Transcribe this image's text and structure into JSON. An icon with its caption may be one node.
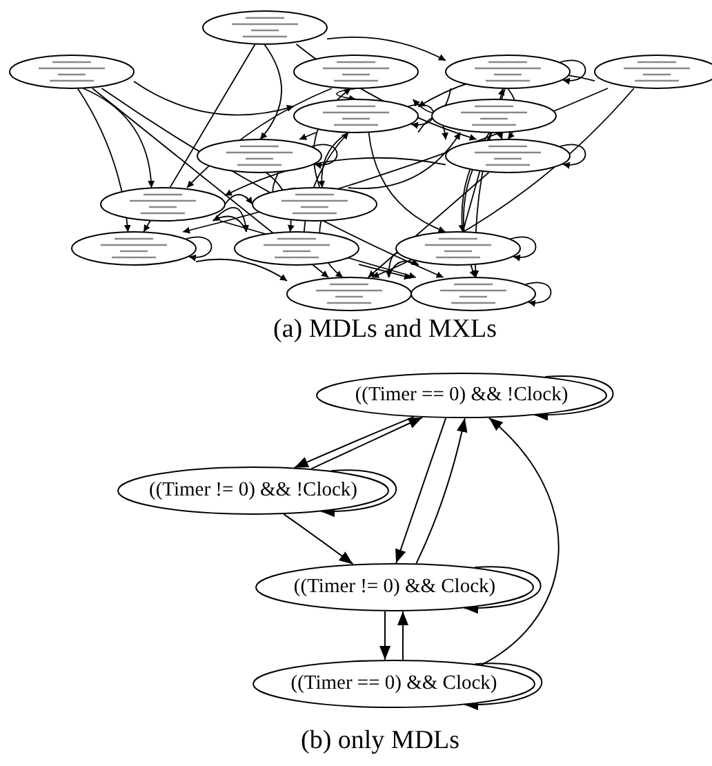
{
  "diagram": {
    "nodes": [
      {
        "text": [
          "((Timer == 0) && !Clock)"
        ]
      },
      {
        "text": [
          "((Timer != 0) && !Clock)"
        ]
      },
      {
        "text": [
          "((Timer != 0) && Clock)"
        ]
      },
      {
        "text": [
          "((Timer == 0) && Clock)"
        ]
      }
    ],
    "edges": [
      {
        "from": 0,
        "to": 0,
        "arrow": "to"
      },
      {
        "from": 0,
        "to": 1,
        "arrow": "to"
      },
      {
        "from": 1,
        "to": 0,
        "arrow": "to"
      },
      {
        "from": 1,
        "to": 1,
        "arrow": "to"
      },
      {
        "from": 1,
        "to": 2,
        "arrow": "to"
      },
      {
        "from": 0,
        "to": 2,
        "arrow": "to"
      },
      {
        "from": 2,
        "to": 0,
        "arrow": "to"
      },
      {
        "from": 2,
        "to": 2,
        "arrow": "to"
      },
      {
        "from": 2,
        "to": 3,
        "arrow": "to"
      },
      {
        "from": 3,
        "to": 2,
        "arrow": "to"
      },
      {
        "from": 3,
        "to": 0,
        "arrow": "to"
      },
      {
        "from": 3,
        "to": 3,
        "arrow": "to"
      }
    ],
    "labels": [
      "(a) MDLs and MXLs",
      "(b) only MDLs"
    ]
  }
}
